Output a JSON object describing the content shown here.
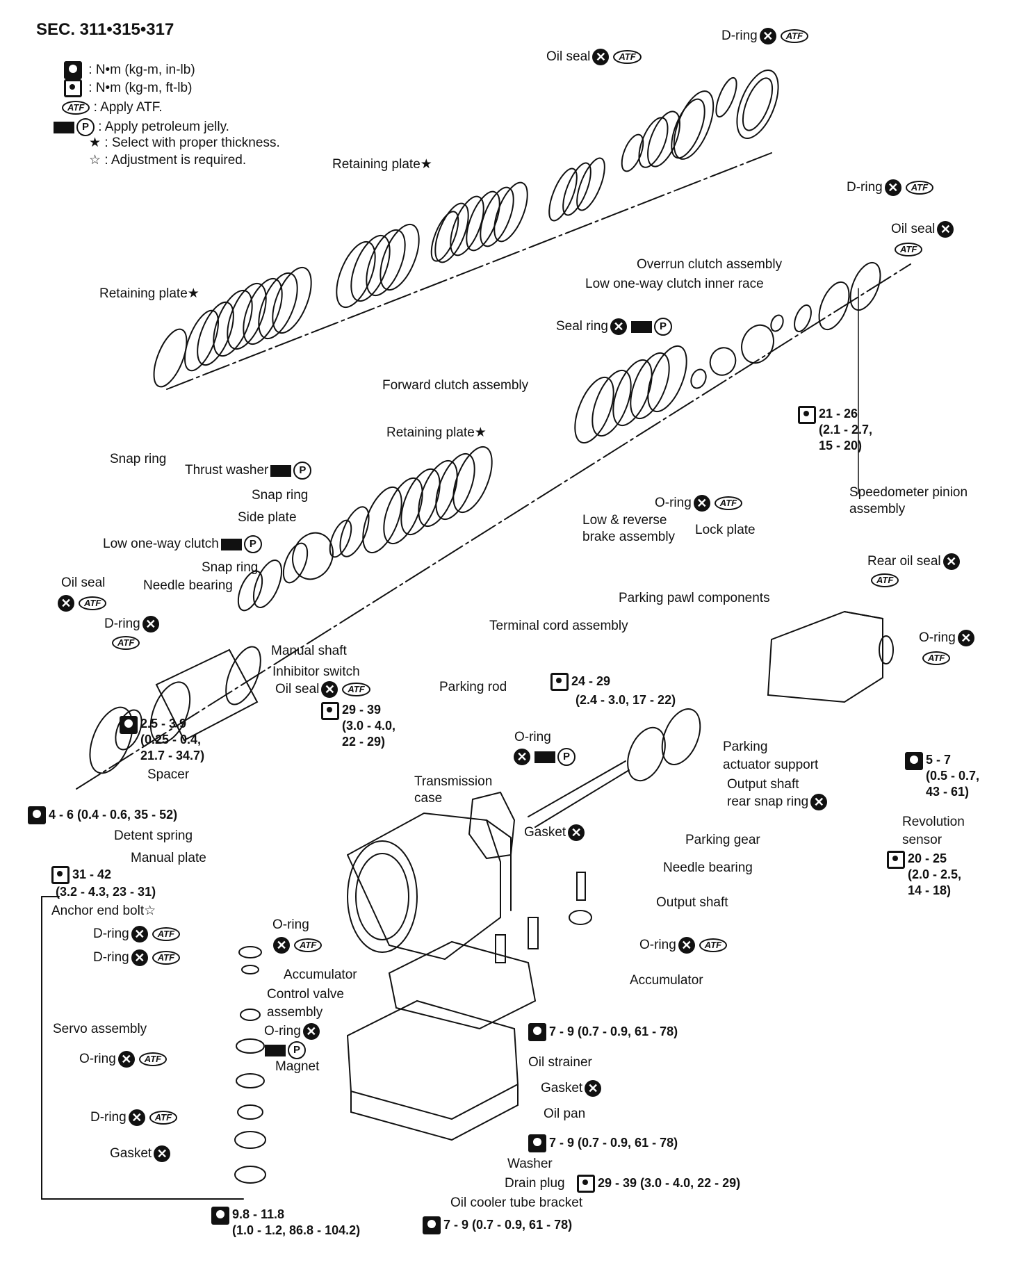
{
  "section": "SEC. 311•315•317",
  "legend": [
    {
      "icon": "wrench-filled-icon",
      "text": ": N•m (kg-m, in-lb)"
    },
    {
      "icon": "wrench-open-icon",
      "text": ": N•m (kg-m, ft-lb)"
    },
    {
      "icon": "atf-oval-icon",
      "icon_text": "ATF",
      "text": ": Apply ATF."
    },
    {
      "icon": "petroleum-jelly-icon",
      "icon_text": "P",
      "text": ": Apply petroleum jelly."
    },
    {
      "icon": "black-star-icon",
      "icon_text": "★",
      "text": ": Select with proper thickness."
    },
    {
      "icon": "white-star-icon",
      "icon_text": "☆",
      "text": ": Adjustment is required."
    }
  ],
  "symbols": {
    "atf": "ATF",
    "p": "P",
    "x": "✕",
    "star_black": "★",
    "star_white": "☆"
  },
  "labels": {
    "oil_seal_top": "Oil seal",
    "d_ring_top": "D-ring",
    "retaining_plate_1": "Retaining plate",
    "d_ring_right": "D-ring",
    "oil_seal_right": "Oil seal",
    "overrun_clutch": "Overrun clutch assembly",
    "low_oneway_inner_race": "Low one-way clutch inner race",
    "retaining_plate_2": "Retaining plate",
    "seal_ring": "Seal ring",
    "forward_clutch": "Forward clutch assembly",
    "retaining_plate_3": "Retaining plate",
    "snap_ring_1": "Snap ring",
    "thrust_washer": "Thrust washer",
    "snap_ring_2": "Snap ring",
    "side_plate": "Side plate",
    "low_oneway_clutch": "Low one-way clutch",
    "snap_ring_3": "Snap ring",
    "needle_bearing_1": "Needle bearing",
    "oil_seal_left": "Oil seal",
    "d_ring_left": "D-ring",
    "o_ring_speedo": "O-ring",
    "speedometer_pinion": "Speedometer pinion",
    "speedometer_pinion_2": "assembly",
    "low_reverse_brake": "Low & reverse",
    "low_reverse_brake_2": "brake assembly",
    "lock_plate": "Lock plate",
    "rear_oil_seal": "Rear oil seal",
    "parking_pawl": "Parking pawl components",
    "terminal_cord": "Terminal cord assembly",
    "manual_shaft": "Manual shaft",
    "inhibitor_switch": "Inhibitor switch",
    "oil_seal_mid": "Oil seal",
    "parking_rod": "Parking rod",
    "o_ring_right": "O-ring",
    "spacer": "Spacer",
    "o_ring_mid": "O-ring",
    "transmission_case": "Transmission",
    "transmission_case_2": "case",
    "parking_actuator": "Parking",
    "parking_actuator_2": "actuator support",
    "output_snap_ring": "Output shaft",
    "output_snap_ring_2": "rear snap ring",
    "gasket_1": "Gasket",
    "parking_gear": "Parking gear",
    "revolution_sensor": "Revolution",
    "revolution_sensor_2": "sensor",
    "detent_spring": "Detent spring",
    "manual_plate": "Manual plate",
    "needle_bearing_2": "Needle bearing",
    "output_shaft": "Output shaft",
    "anchor_end_bolt": "Anchor end bolt",
    "o_ring_accum": "O-ring",
    "d_ring_servo_1": "D-ring",
    "d_ring_servo_2": "D-ring",
    "o_ring_accum_right": "O-ring",
    "accumulator_1": "Accumulator",
    "accumulator_2": "Accumulator",
    "control_valve": "Control valve",
    "control_valve_2": "assembly",
    "servo_assembly": "Servo assembly",
    "o_ring_valve": "O-ring",
    "magnet": "Magnet",
    "oil_strainer": "Oil strainer",
    "o_ring_servo": "O-ring",
    "gasket_2": "Gasket",
    "oil_pan": "Oil pan",
    "d_ring_servo_3": "D-ring",
    "gasket_3": "Gasket",
    "washer": "Washer",
    "drain_plug": "Drain plug",
    "oil_cooler_bracket": "Oil cooler tube bracket"
  },
  "torques": {
    "t1": "21 - 26\n(2.1 - 2.7,\n15 - 20)",
    "t2": "24 - 29",
    "t2b": "(2.4 - 3.0, 17 - 22)",
    "t3": "2.5 - 3.9\n(0.25 - 0.4,\n21.7 - 34.7)",
    "t4": "29 - 39\n(3.0 - 4.0,\n22 - 29)",
    "t5": "5 - 7\n(0.5 - 0.7,\n43 - 61)",
    "t6": "4 - 6 (0.4 - 0.6, 35 - 52)",
    "t7": "20 - 25\n(2.0 - 2.5,\n14 - 18)",
    "t8": "31 - 42",
    "t8b": "(3.2 - 4.3, 23 - 31)",
    "t9": "7 - 9 (0.7 - 0.9, 61 - 78)",
    "t10": "7 - 9 (0.7 - 0.9, 61 - 78)",
    "t11": "29 - 39 (3.0 - 4.0, 22 - 29)",
    "t12": "9.8 - 11.8\n(1.0 - 1.2, 86.8 - 104.2)",
    "t13": "7 - 9 (0.7 - 0.9, 61 - 78)"
  }
}
